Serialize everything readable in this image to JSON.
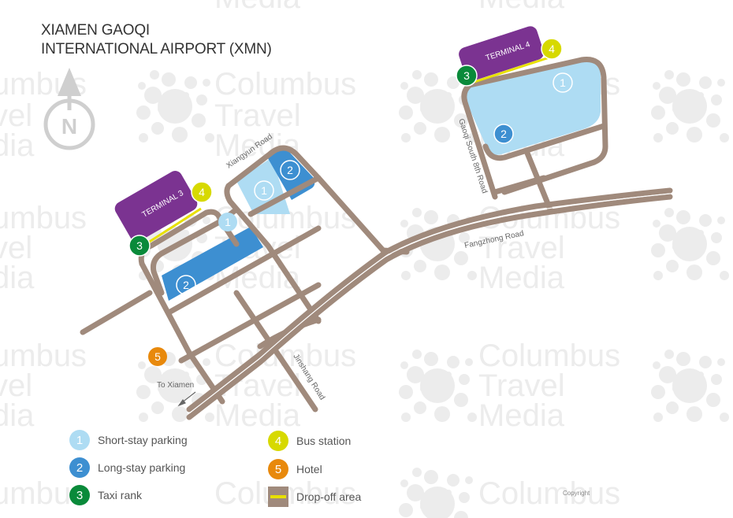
{
  "title": {
    "line1": "XIAMEN GAOQI",
    "line2": "INTERNATIONAL AIRPORT (XMN)"
  },
  "compass": {
    "label": "N",
    "icon": "north-arrow-icon"
  },
  "watermark": {
    "lines": [
      "Columbus",
      "Travel",
      "Media"
    ],
    "color": "#ebebeb"
  },
  "terminals": [
    {
      "label": "TERMINAL 3",
      "color": "#7b3391"
    },
    {
      "label": "TERMINAL 4",
      "color": "#7b3391"
    }
  ],
  "roads": {
    "xiangyun": "Xiangyun Road",
    "gaoqi_south_8th": "Gaoqi South 8th Road",
    "fangzhong": "Fangzhong Road",
    "jinshang": "Jinshang Road",
    "to_xiamen": "To Xiamen"
  },
  "markers": {
    "t3_bus": "4",
    "t3_taxi": "3",
    "t3_short": "1",
    "t3_long": "2",
    "xy_short": "1",
    "xy_long": "2",
    "t4_bus": "4",
    "t4_taxi": "3",
    "t4_short": "1",
    "t4_long": "2",
    "hotel": "5"
  },
  "colors": {
    "road": "#a08a7c",
    "short_stay": "#aedcf3",
    "long_stay": "#3d8fd1",
    "taxi": "#0a8a3a",
    "bus": "#d7d900",
    "hotel": "#e8890c",
    "terminal": "#7b3391",
    "dropoff": "#e8e000"
  },
  "legend": {
    "items": [
      {
        "num": "1",
        "label": "Short-stay parking"
      },
      {
        "num": "2",
        "label": "Long-stay parking"
      },
      {
        "num": "3",
        "label": "Taxi rank"
      },
      {
        "num": "4",
        "label": "Bus station"
      },
      {
        "num": "5",
        "label": "Hotel"
      },
      {
        "num": "",
        "label": "Drop-off area"
      }
    ]
  },
  "copyright": "Copyright"
}
